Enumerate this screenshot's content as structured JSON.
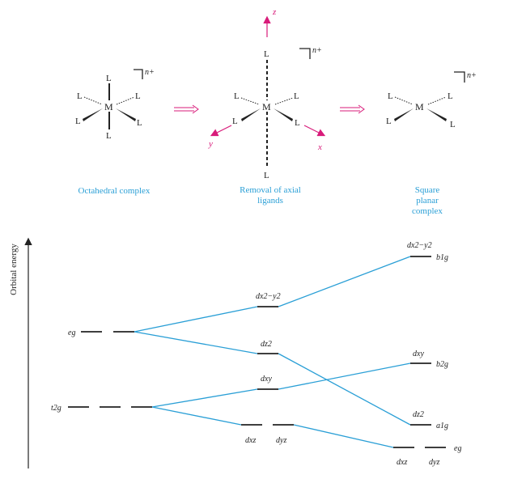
{
  "geometry_row": {
    "ligand": "L",
    "metal": "M",
    "charge": "n+",
    "axis_z": "z",
    "axis_x": "x",
    "axis_y": "y",
    "captions": {
      "octahedral": "Octahedral complex",
      "removal_line1": "Removal of axial",
      "removal_line2": "ligands",
      "square_line1": "Square",
      "square_line2": "planar",
      "square_line3": "complex"
    }
  },
  "energy_diagram": {
    "y_axis_label": "Orbital energy",
    "left": {
      "eg": "eg",
      "t2g": "t2g"
    },
    "middle": {
      "dx2y2": "dx2−y2",
      "dz2": "dz2",
      "dxy": "dxy",
      "dxz": "dxz",
      "dyz": "dyz"
    },
    "right": {
      "dx2y2": "dx2−y2",
      "b1g": "b1g",
      "dxy": "dxy",
      "b2g": "b2g",
      "dz2": "dz2",
      "a1g": "a1g",
      "dxz": "dxz",
      "dyz": "dyz",
      "eg": "eg"
    }
  },
  "colors": {
    "connector": "#2a9fd6",
    "axis_arrow": "#d81b7a",
    "transform_arrow": "#d81b7a",
    "caption": "#2a9fd6"
  }
}
